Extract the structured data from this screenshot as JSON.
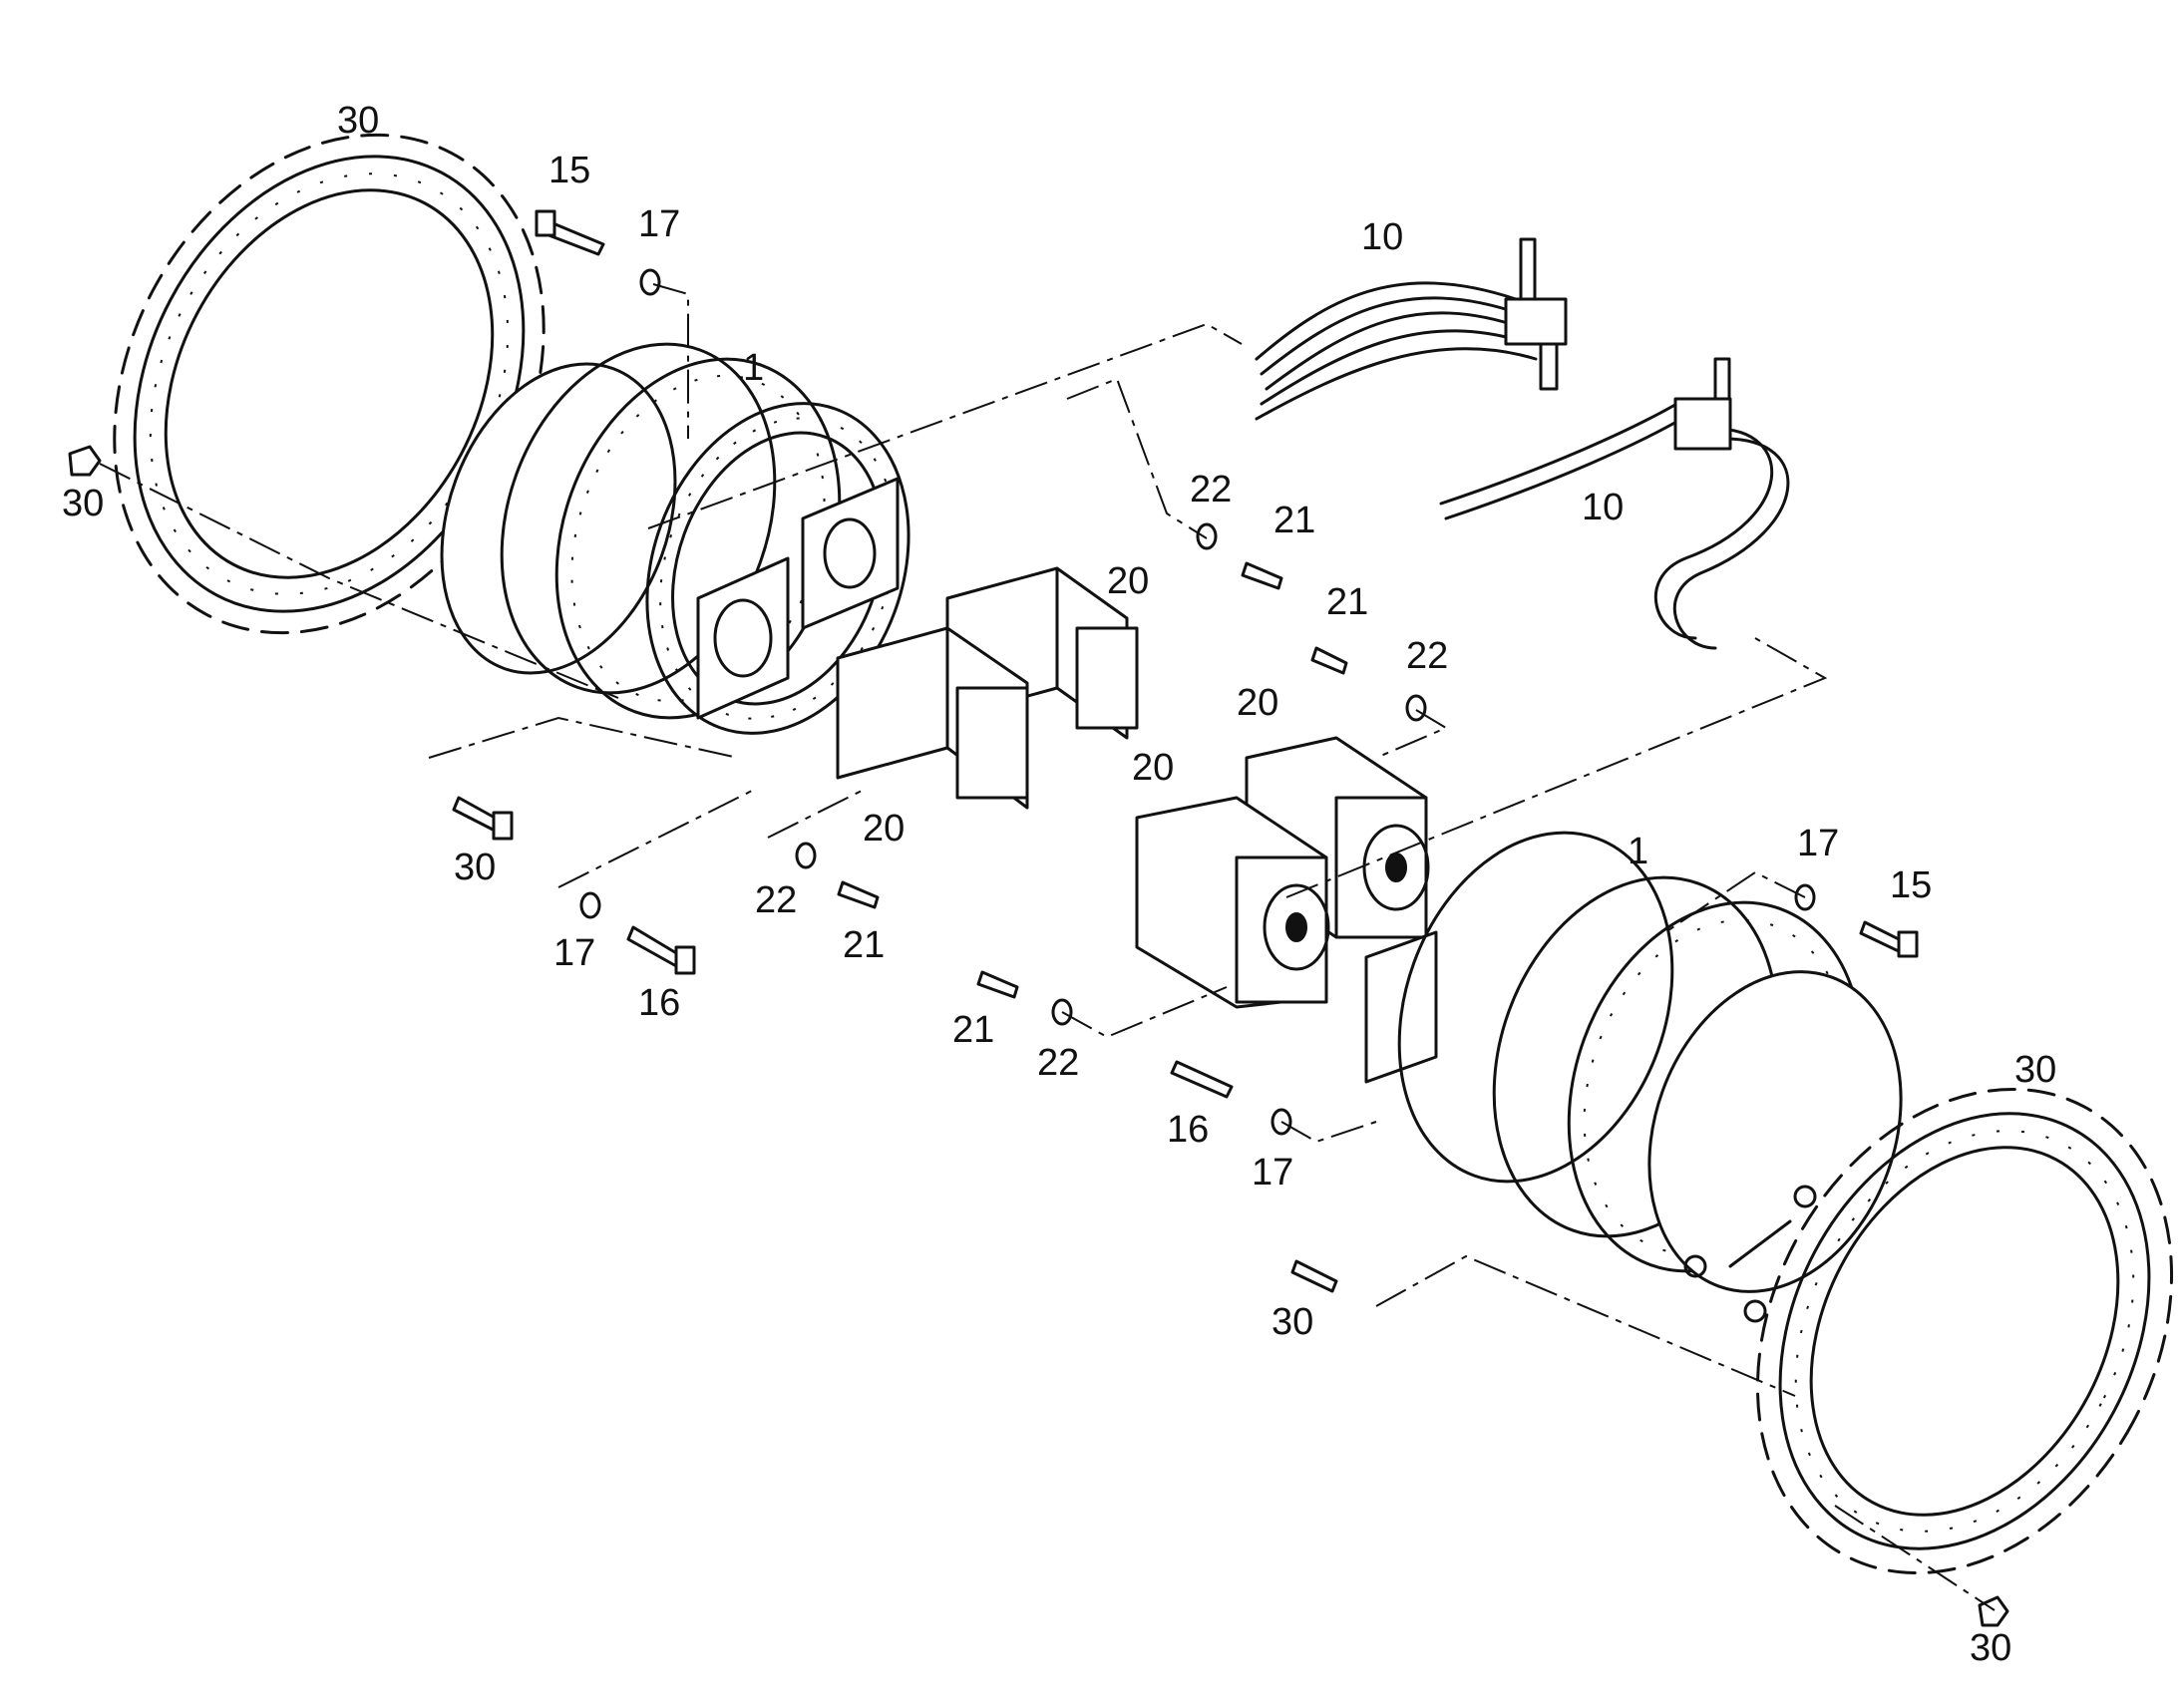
{
  "callouts": {
    "c30_a": "30",
    "c15_a": "15",
    "c17_a": "17",
    "c1_a": "1",
    "c30_b": "30",
    "c30_c": "30",
    "c17_b": "17",
    "c16_a": "16",
    "c10_a": "10",
    "c10_b": "10",
    "c22_a": "22",
    "c21_a": "21",
    "c20_a": "20",
    "c21_b": "21",
    "c22_b": "22",
    "c20_b": "20",
    "c20_c": "20",
    "c20_d": "20",
    "c22_c": "22",
    "c21_c": "21",
    "c21_d": "21",
    "c22_d": "22",
    "c1_b": "1",
    "c17_c": "17",
    "c15_b": "15",
    "c16_b": "16",
    "c17_d": "17",
    "c30_d": "30",
    "c30_e": "30",
    "c30_f": "30"
  }
}
